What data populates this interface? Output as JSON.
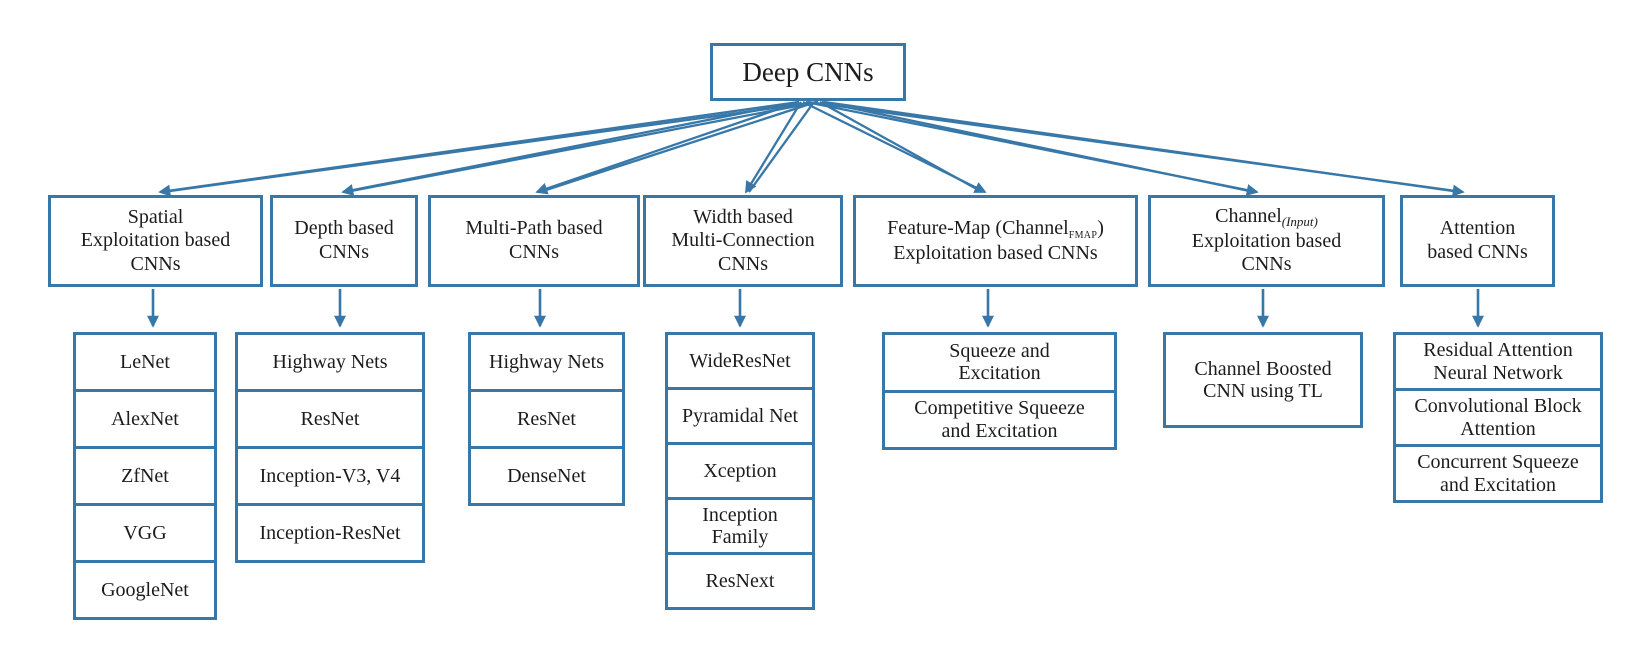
{
  "colors": {
    "accent": "#3878A8",
    "text": "#1c1c1c",
    "background": "#ffffff"
  },
  "root": {
    "label": "Deep CNNs"
  },
  "categories": [
    {
      "label": "Spatial\nExploitation based\nCNNs"
    },
    {
      "label": "Depth based\nCNNs"
    },
    {
      "label": "Multi-Path based\nCNNs"
    },
    {
      "label": "Width based\nMulti-Connection\nCNNs"
    },
    {
      "line1_pre": "Feature-Map (Channel",
      "line1_sub": "FMAP",
      "line1_post": ")",
      "line2": "Exploitation based CNNs"
    },
    {
      "line1_pre": "Channel",
      "line1_sub": "(Input)",
      "line1_post": "",
      "line2": "Exploitation based\nCNNs"
    },
    {
      "label": "Attention\nbased CNNs"
    }
  ],
  "stacks": [
    {
      "items": [
        "LeNet",
        "AlexNet",
        "ZfNet",
        "VGG",
        "GoogleNet"
      ]
    },
    {
      "items": [
        "Highway Nets",
        "ResNet",
        "Inception-V3, V4",
        "Inception-ResNet"
      ]
    },
    {
      "items": [
        "Highway Nets",
        "ResNet",
        "DenseNet"
      ]
    },
    {
      "items": [
        "WideResNet",
        "Pyramidal Net",
        "Xception",
        "Inception\nFamily",
        "ResNext"
      ]
    },
    {
      "items": [
        "Squeeze and\nExcitation",
        "Competitive Squeeze\nand Excitation"
      ]
    },
    {
      "items": [
        "Channel Boosted\nCNN using TL"
      ]
    },
    {
      "items": [
        "Residual Attention\nNeural Network",
        "Convolutional Block\nAttention",
        "Concurrent Squeeze\nand Excitation"
      ]
    }
  ]
}
